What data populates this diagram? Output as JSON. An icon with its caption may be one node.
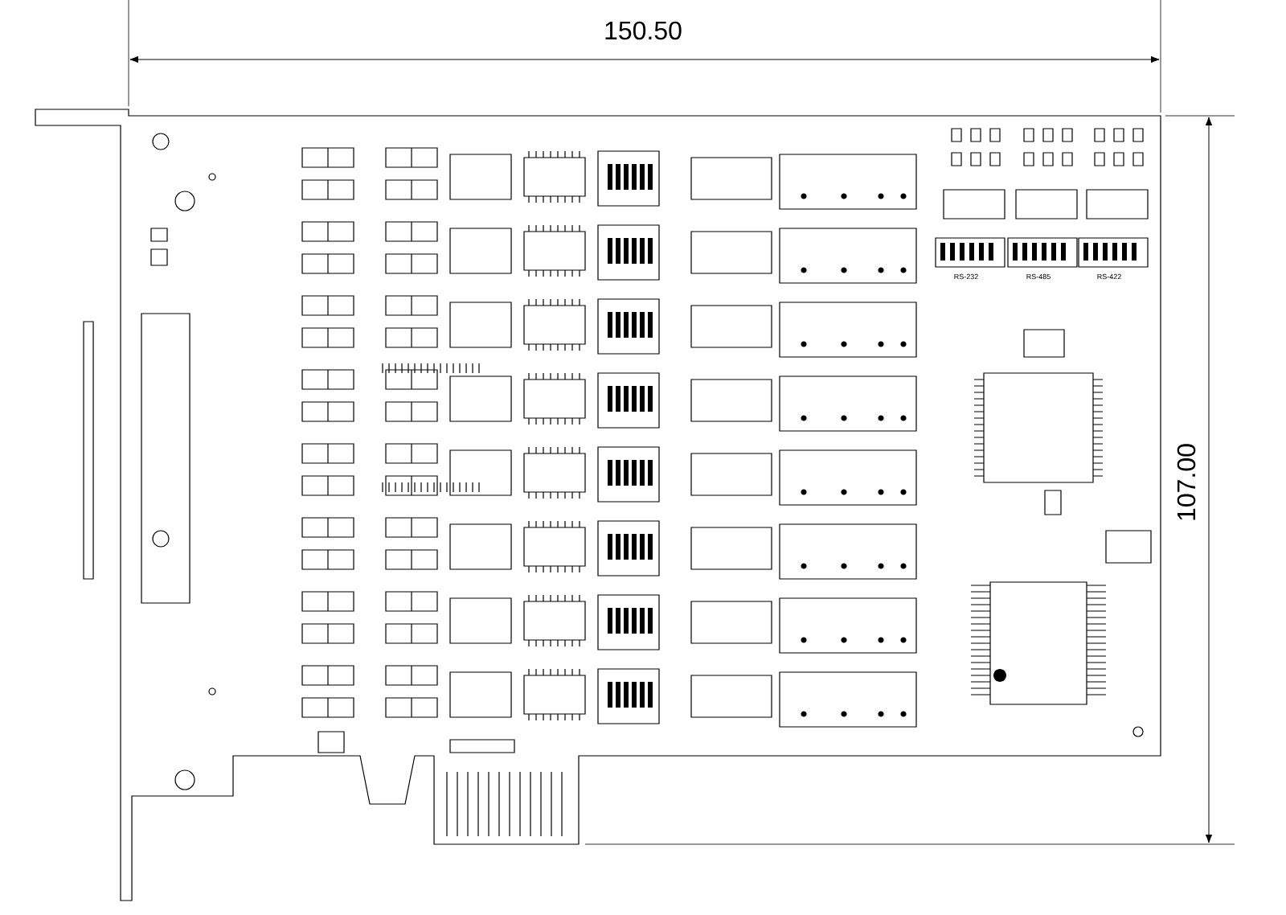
{
  "diagram": {
    "labels": [
      "150.50",
      "107.00",
      "RS-232",
      "RS-485",
      "RS-422"
    ]
  }
}
